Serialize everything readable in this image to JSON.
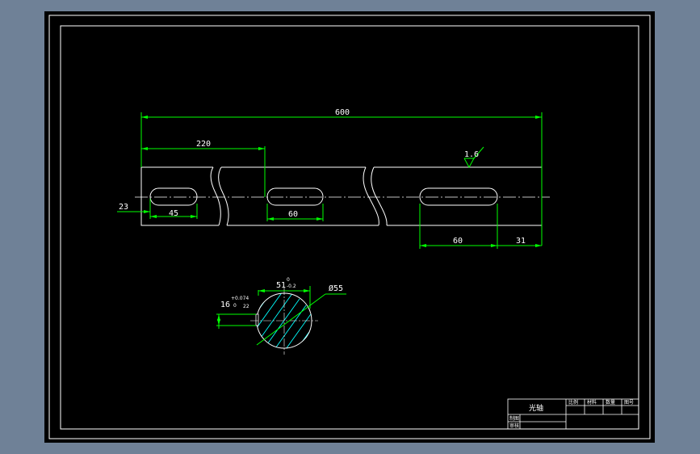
{
  "drawing": {
    "dimensions": {
      "overall_length": "600",
      "left_offset": "220",
      "edge_offset": "23",
      "slot_1_length": "45",
      "slot_2_length": "60",
      "slot_3_length": "60",
      "right_offset": "31"
    },
    "surface_roughness": "1.6",
    "section": {
      "width_base": "51",
      "width_tol_upper": "0",
      "width_tol_lower": "-0.2",
      "keyway_base": "16",
      "keyway_tol_upper": "+0.074",
      "keyway_tol_lower": "0",
      "keyway_note": "22",
      "diameter": "Ø55"
    },
    "title_block": {
      "part_name": "光轴",
      "header_1": "比例",
      "header_2": "材料",
      "header_3": "数量",
      "header_4": "图号",
      "row_drawn": "制图",
      "row_checked": "审核"
    }
  },
  "colors": {
    "background": "#000000",
    "chrome": "#6f8197",
    "outline": "#ffffff",
    "dimension": "#00ff00",
    "hatch": "#00ffff"
  }
}
